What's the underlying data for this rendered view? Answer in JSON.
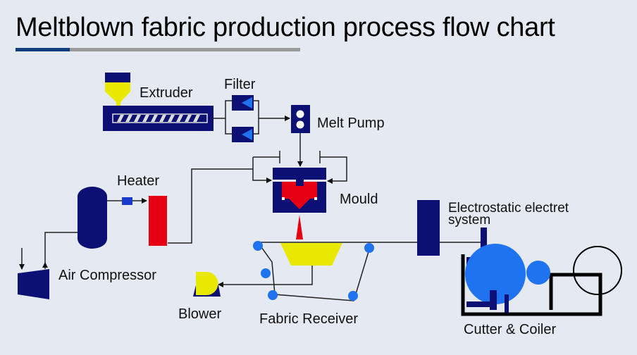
{
  "title": "Meltblown fabric production process flow chart",
  "colors": {
    "navy": "#0c1075",
    "red": "#e60012",
    "yellow": "#e8e800",
    "light_blue": "#1f72f0",
    "title_rule_accent": "#0f3e7d",
    "title_rule_gray": "#9a9a9a",
    "background": "#e5e9f1"
  },
  "components": {
    "extruder": "Extruder",
    "filter": "Filter",
    "melt_pump": "Melt Pump",
    "heater": "Heater",
    "mould": "Mould",
    "air_compressor": "Air Compressor",
    "blower": "Blower",
    "fabric_receiver": "Fabric Receiver",
    "electret_line1": "Electrostatic electret",
    "electret_line2": "system",
    "cutter_coiler": "Cutter & Coiler"
  }
}
